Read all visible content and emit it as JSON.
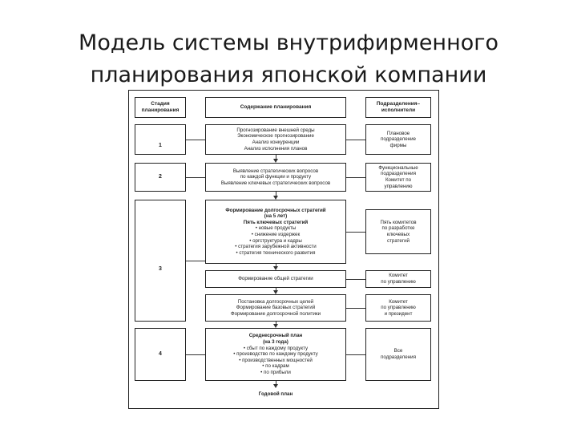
{
  "title": {
    "line1": "Модель системы  внутрифирменного",
    "line2": "планирования японской компании"
  },
  "headers": {
    "stage": [
      "Стадия",
      "планирования"
    ],
    "content": "Содержание планирования",
    "units": [
      "Подразделения–",
      "исполнители"
    ]
  },
  "stages": [
    "1",
    "2",
    "3",
    "4"
  ],
  "content": {
    "c1": [
      "Прогнозирование внешней среды",
      "Экономическое прогнозирование",
      "Анализ конкуренции",
      "Анализ исполнения планов"
    ],
    "c2": [
      "Выявление стратегических вопросов",
      "по каждой функции и продукту",
      "Выявление ключевых стратегических вопросов"
    ],
    "c3a": [
      "Формирование долгосрочных стратегий",
      "(на 5 лет)",
      "Пять ключевых стратегий",
      "• новые продукты",
      "• снижение издержек",
      "• оргструктура и кадры",
      "• стратегия зарубежной активности",
      "• стратегия технического развития"
    ],
    "c3b": [
      "Формирование общей стратегии"
    ],
    "c3c": [
      "Постановка долгосрочных целей",
      "Формирование базовых стратегий",
      "Формирование долгосрочной политики"
    ],
    "c4": [
      "Среднесрочный план",
      "(на 3 года)",
      "• сбыт по каждому продукту",
      "• производство по каждому продукту",
      "• производственных мощностей",
      "• по кадрам",
      "• по прибыли"
    ],
    "c4b": [
      "Годовой план"
    ]
  },
  "units": {
    "u1": [
      "Плановое",
      "подразделение",
      "фирмы"
    ],
    "u2": [
      "Функциональные",
      "подразделения",
      "Комитет по",
      "управлению"
    ],
    "u3a": [
      "Пять комитетов",
      "по разработке",
      "ключевых",
      "стратегий"
    ],
    "u3b": [
      "Комитет",
      "по управлению"
    ],
    "u3c": [
      "Комитет",
      "по управлению",
      "и президент"
    ],
    "u4": [
      "Все",
      "подразделения"
    ]
  }
}
